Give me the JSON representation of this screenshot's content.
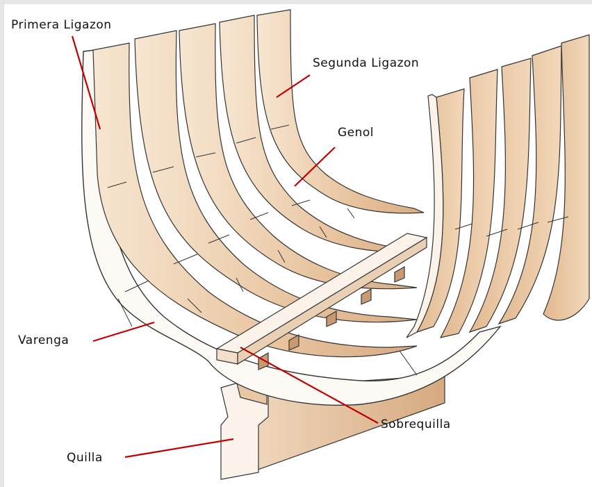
{
  "labels": {
    "primera_ligazon": "Primera Ligazon",
    "segunda_ligazon": "Segunda Ligazon",
    "genol": "Genol",
    "varenga": "Varenga",
    "sobrequilla": "Sobrequilla",
    "quilla": "Quilla"
  },
  "colors": {
    "wood_light": "#f6e3cc",
    "wood_mid": "#e8c4a0",
    "wood_dark": "#d2a57d",
    "outline": "#333333",
    "leader": "#c00000"
  }
}
